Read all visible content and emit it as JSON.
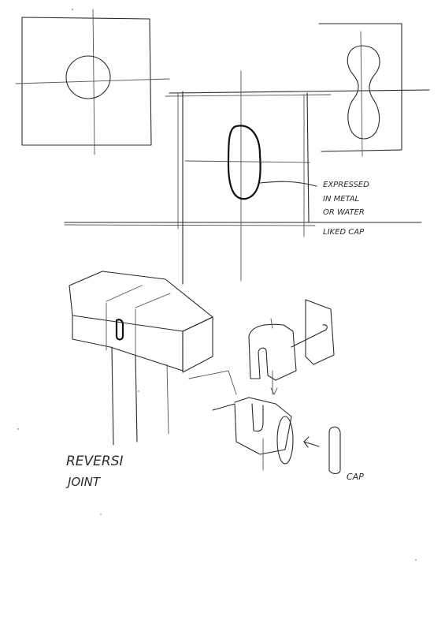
{
  "notes": {
    "expressed_line1": "EXPRESSED",
    "expressed_line2": "IN METAL",
    "expressed_line3": "OR WATER",
    "expressed_line4": "LIKED CAP",
    "joint_title_line1": "REVERSI",
    "joint_title_line2": "JOINT",
    "cap_label": "CAP"
  }
}
